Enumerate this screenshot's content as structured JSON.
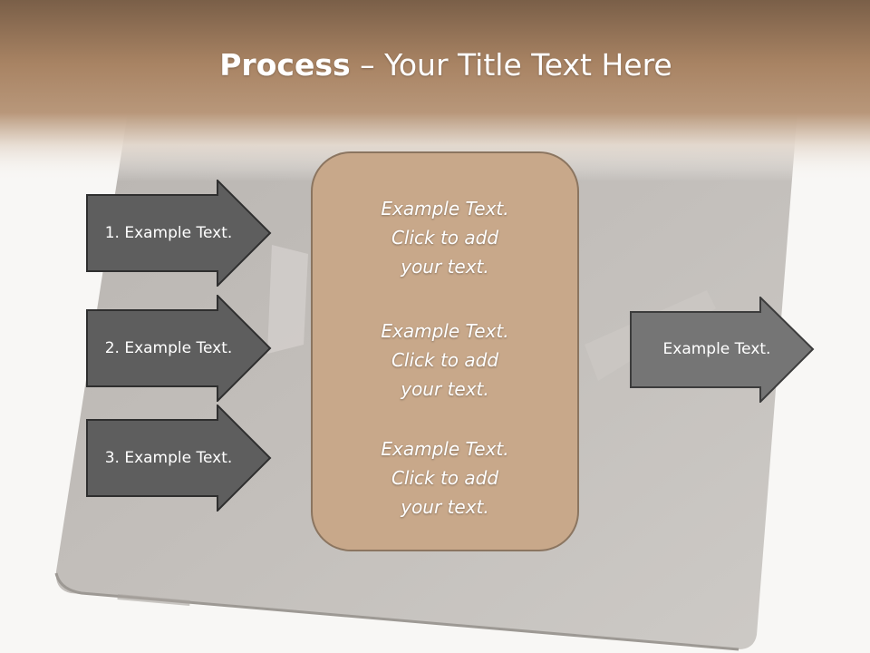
{
  "title": {
    "bold": "Process",
    "rest": " – Your Title Text Here"
  },
  "steps": [
    {
      "label": "1. Example Text."
    },
    {
      "label": "2. Example Text."
    },
    {
      "label": "3. Example Text."
    }
  ],
  "center_box": {
    "blocks": [
      {
        "lines": [
          "Example Text.",
          "Click  to add",
          "your text."
        ]
      },
      {
        "lines": [
          "Example Text.",
          "Click  to add",
          "your text."
        ]
      },
      {
        "lines": [
          "Example Text.",
          "Click  to add",
          "your text."
        ]
      }
    ]
  },
  "output": {
    "label": "Example Text."
  },
  "colors": {
    "header_brown": "#a88363",
    "step_arrow": "#5e5e5e",
    "output_arrow": "#757575",
    "center_box": "#c8a88a",
    "center_border": "#8b7560"
  }
}
